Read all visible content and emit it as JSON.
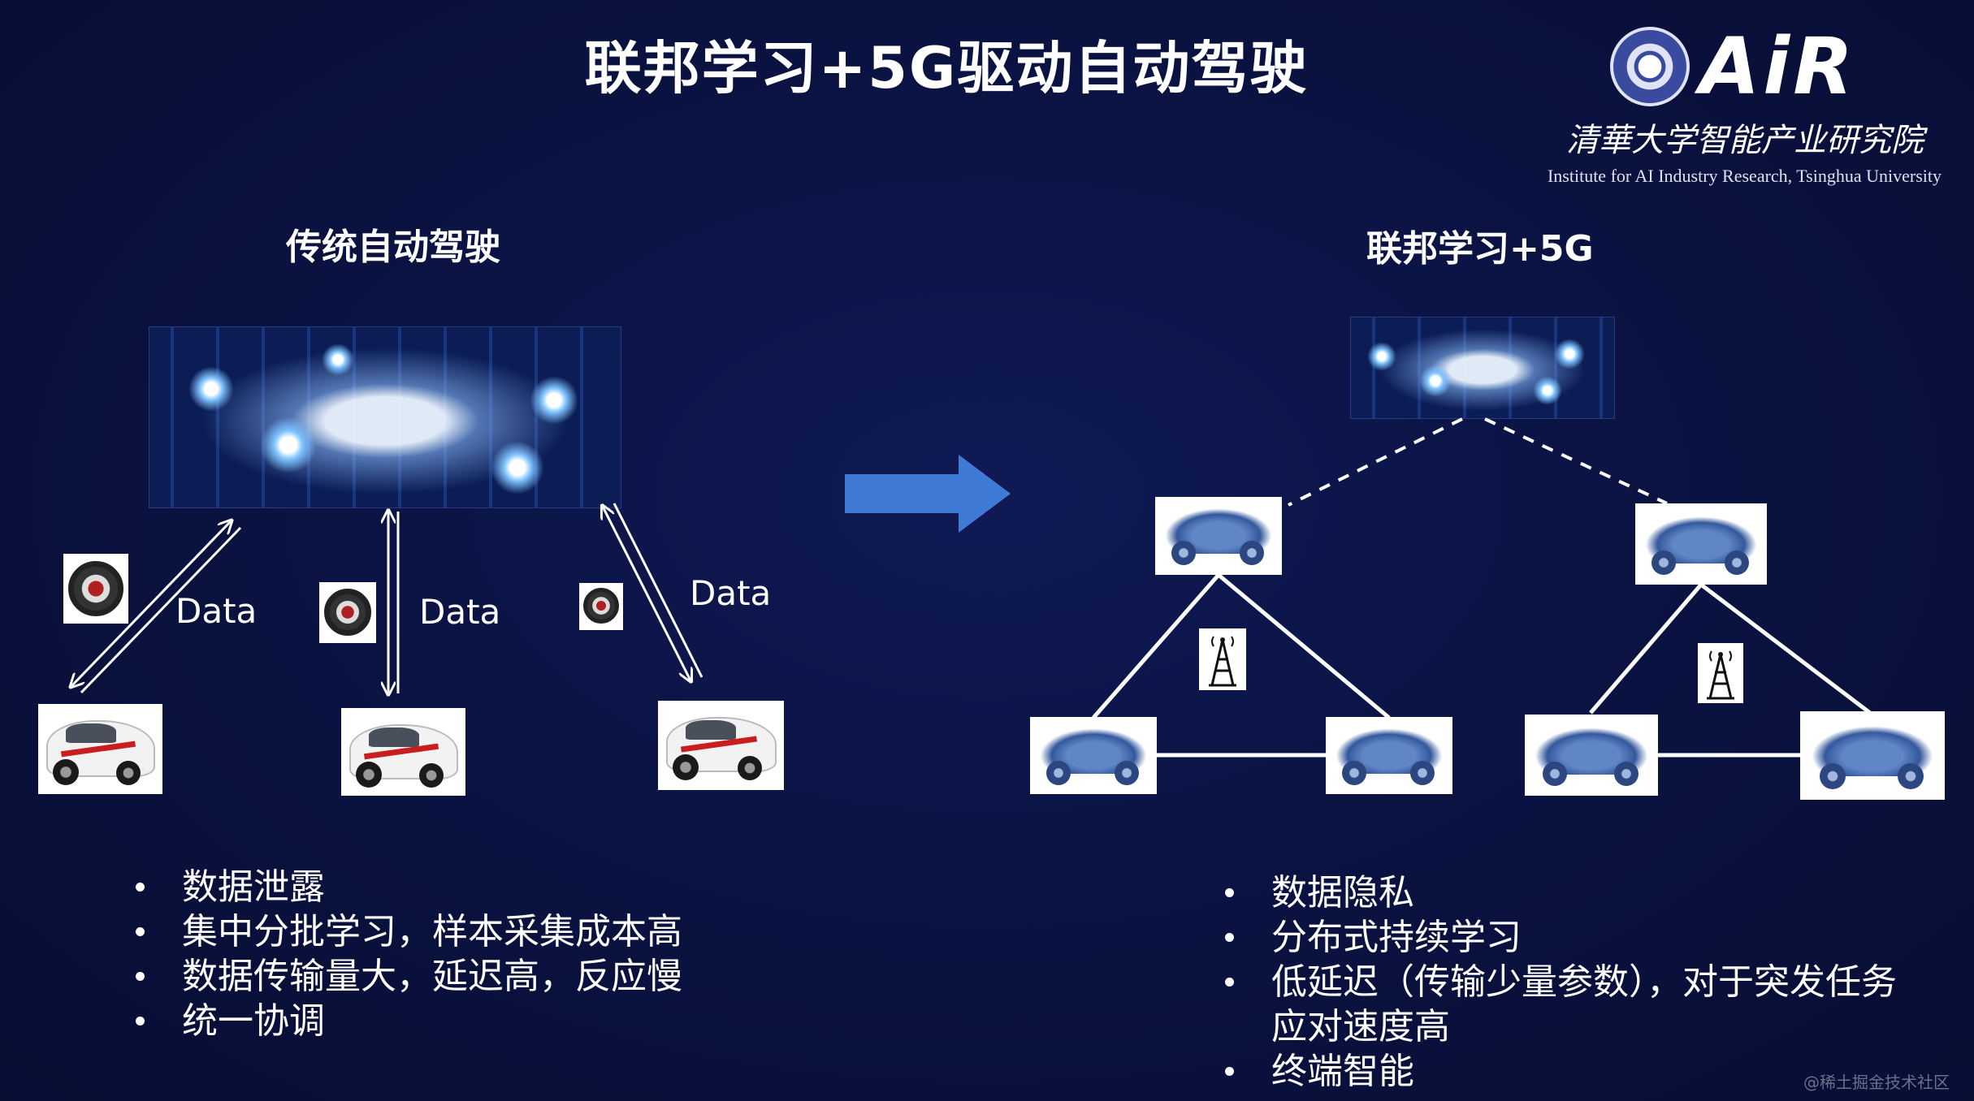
{
  "title": "联邦学习+5G驱动自动驾驶",
  "logo": {
    "brand": "AIR",
    "cn": "清華大学智能产业研究院",
    "en": "Institute for AI Industry Research, Tsinghua University"
  },
  "left": {
    "heading": "传统自动驾驶",
    "data_labels": [
      "Data",
      "Data",
      "Data"
    ],
    "bullets": [
      "数据泄露",
      "集中分批学习，样本采集成本高",
      "数据传输量大，延迟高，反应慢",
      "统一协调"
    ]
  },
  "right": {
    "heading": "联邦学习+5G",
    "bullets": [
      "数据隐私",
      "分布式持续学习",
      "低延迟（传输少量参数），对于突发任务应对速度高",
      "终端智能"
    ]
  },
  "colors": {
    "background": "#0a1240",
    "arrow": "#3f7ad6",
    "text": "#ffffff"
  },
  "icons": [
    "steering-wheel-icon",
    "cloud-server-icon",
    "cell-tower-icon",
    "car-icon"
  ],
  "watermark": "@稀土掘金技术社区"
}
